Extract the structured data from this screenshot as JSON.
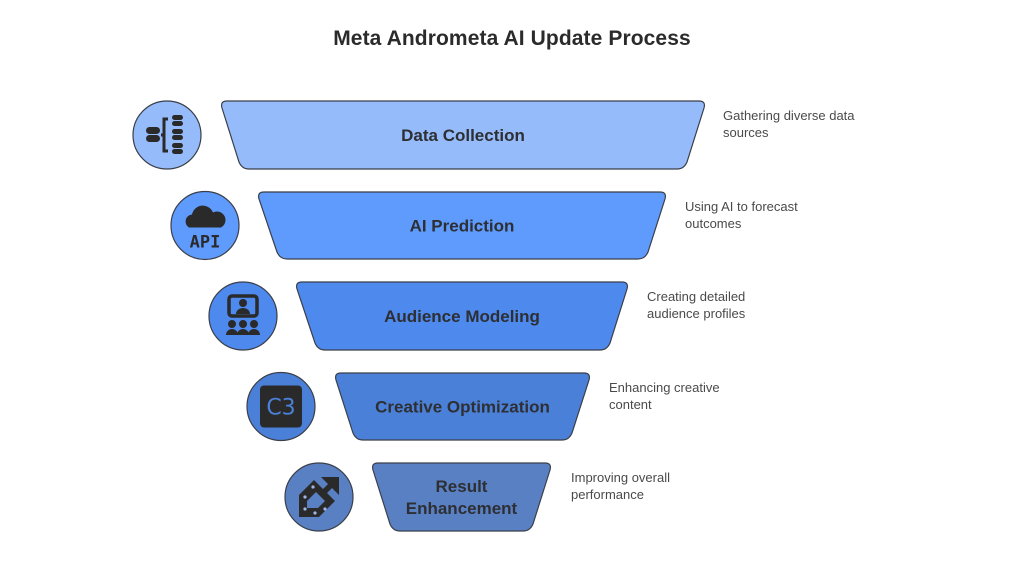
{
  "title": "Meta Andrometa AI Update Process",
  "stages": [
    {
      "label": [
        "Data Collection"
      ],
      "description": [
        "Gathering diverse data",
        "sources"
      ],
      "icon": "database-hierarchy-icon",
      "color": "#95BBFB"
    },
    {
      "label": [
        "AI Prediction"
      ],
      "description": [
        "Using AI to forecast",
        "outcomes"
      ],
      "icon": "cloud-api-icon",
      "color": "#5E9BFC"
    },
    {
      "label": [
        "Audience Modeling"
      ],
      "description": [
        "Creating detailed",
        "audience profiles"
      ],
      "icon": "presentation-audience-icon",
      "color": "#4E89EE"
    },
    {
      "label": [
        "Creative Optimization"
      ],
      "description": [
        "Enhancing creative",
        "content"
      ],
      "icon": "c3-badge-icon",
      "color": "#4B80D8"
    },
    {
      "label": [
        "Result",
        "Enhancement"
      ],
      "description": [
        "Improving overall",
        "performance"
      ],
      "icon": "arrow-upright-icon",
      "color": "#5A80C4"
    }
  ],
  "colors": {
    "stroke": "#3a3f4a",
    "icon_dark": "#2a2a2a",
    "text": "#2d2f33",
    "desc_text": "#4a4a4a"
  }
}
